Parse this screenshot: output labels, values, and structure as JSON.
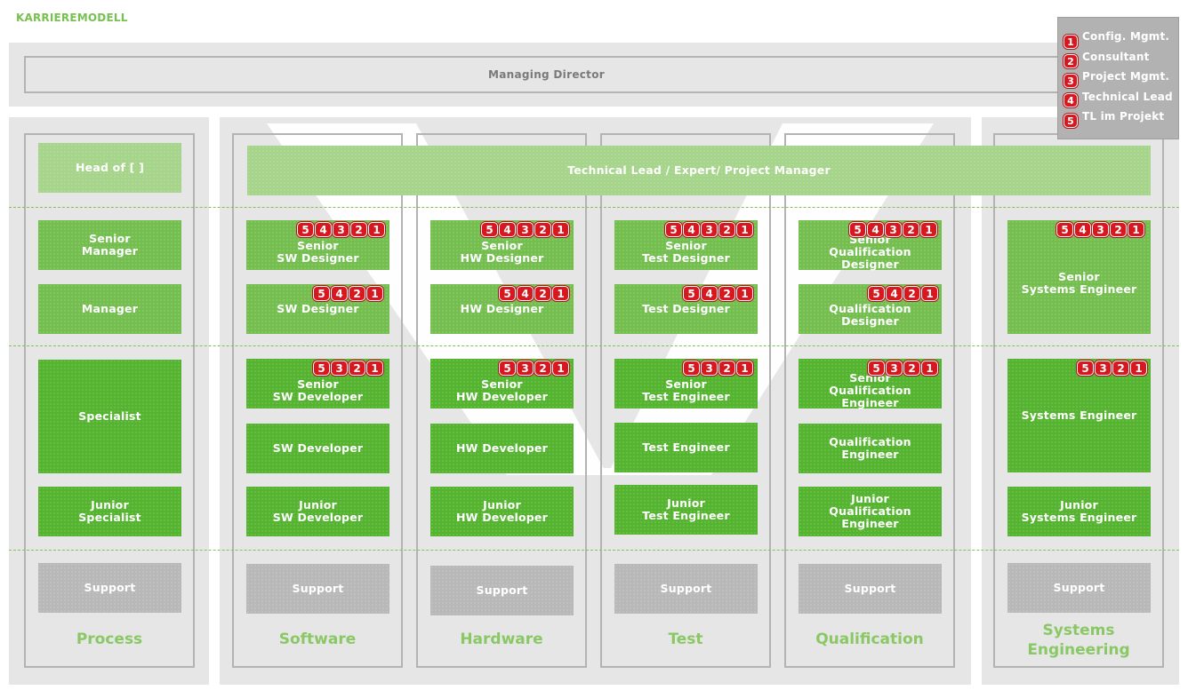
{
  "header": {
    "title": "KARRIEREMODELL"
  },
  "top": {
    "managing_director": "Managing Director"
  },
  "technical_lead_bar": "Technical Lead / Expert/ Project Manager",
  "legend": [
    {
      "num": "1",
      "label": "Config. Mgmt."
    },
    {
      "num": "2",
      "label": "Consultant"
    },
    {
      "num": "3",
      "label": "Project Mgmt."
    },
    {
      "num": "4",
      "label": "Technical Lead"
    },
    {
      "num": "5",
      "label": "TL im Projekt"
    }
  ],
  "columns": {
    "process": {
      "name": "Process",
      "head": "Head of [ ]",
      "senior_manager": "Senior\nManager",
      "manager": "Manager",
      "specialist": "Specialist",
      "junior": "Junior\nSpecialist",
      "support": "Support"
    },
    "software": {
      "name": "Software",
      "senior_designer": "Senior\nSW Designer",
      "designer": "SW Designer",
      "senior_developer": "Senior\nSW Developer",
      "developer": "SW Developer",
      "junior": "Junior\nSW Developer",
      "support": "Support"
    },
    "hardware": {
      "name": "Hardware",
      "senior_designer": "Senior\nHW Designer",
      "designer": "HW Designer",
      "senior_developer": "Senior\nHW Developer",
      "developer": "HW Developer",
      "junior": "Junior\nHW Developer",
      "support": "Support"
    },
    "test": {
      "name": "Test",
      "senior_designer": "Senior\nTest Designer",
      "designer": "Test Designer",
      "senior_developer": "Senior\nTest Engineer",
      "developer": "Test Engineer",
      "junior": "Junior\nTest Engineer",
      "support": "Support"
    },
    "qualification": {
      "name": "Qualification",
      "senior_designer": "Senior\nQualification Designer",
      "designer": "Qualification\nDesigner",
      "senior_developer": "Senior\nQualification Engineer",
      "developer": "Qualification\nEngineer",
      "junior": "Junior\nQualification Engineer",
      "support": "Support"
    },
    "systems": {
      "name": "Systems\nEngineering",
      "senior": "Senior\nSystems Engineer",
      "engineer": "Systems Engineer",
      "junior": "Junior\nSystems Engineer",
      "support": "Support"
    }
  },
  "badge_sets": {
    "full": [
      "5",
      "4",
      "3",
      "2",
      "1"
    ],
    "designer": [
      "5",
      "4",
      "2",
      "1"
    ],
    "developer": [
      "5",
      "3",
      "2",
      "1"
    ]
  },
  "colors": {
    "accent": "#77c150",
    "badge_red": "#d7191f",
    "band_grey": "#e6e6e6"
  }
}
